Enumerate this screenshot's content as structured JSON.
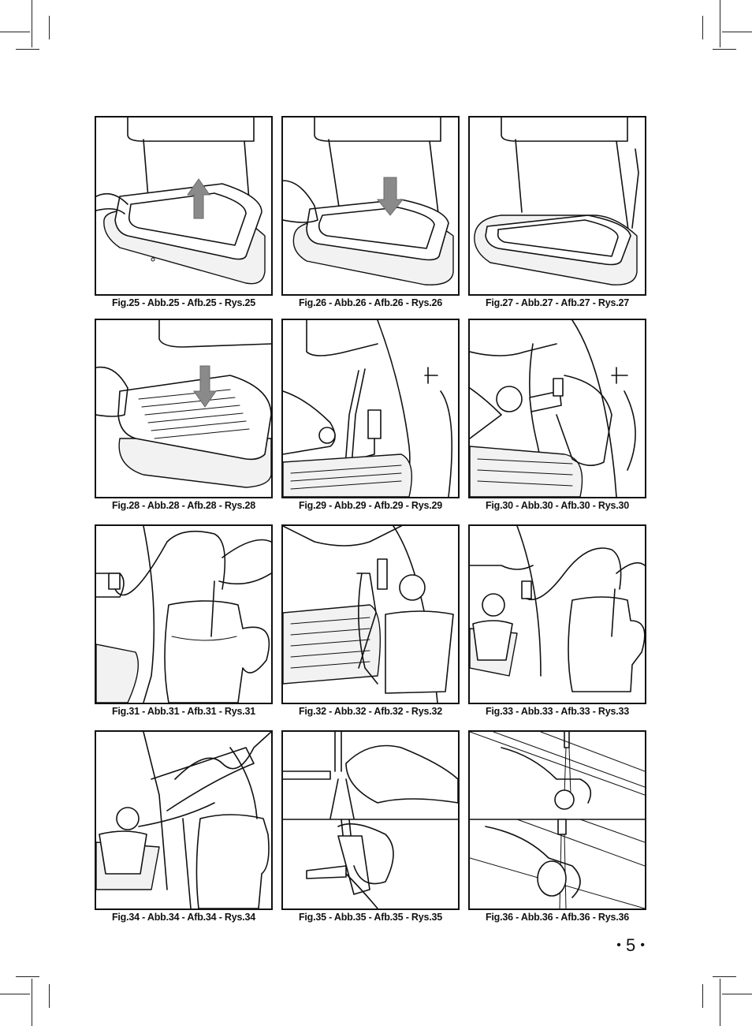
{
  "figures": [
    {
      "caption": "Fig.25 - Abb.25 - Afb.25 - Rys.25",
      "icon": "drip-tray-lift-up"
    },
    {
      "caption": "Fig.26 - Abb.26 - Afb.26 - Rys.26",
      "icon": "drip-tray-insert-down"
    },
    {
      "caption": "Fig.27 - Abb.27 - Afb.27 - Rys.27",
      "icon": "drip-tray-in-place"
    },
    {
      "caption": "Fig.28 - Abb.28 - Afb.28 - Rys.28",
      "icon": "grid-insert-down"
    },
    {
      "caption": "Fig.29 - Abb.29 - Afb.29 - Rys.29",
      "icon": "attach-tube"
    },
    {
      "caption": "Fig.30 - Abb.30 - Afb.30 - Rys.30",
      "icon": "connect-tube"
    },
    {
      "caption": "Fig.31 - Abb.31 - Afb.31 - Rys.31",
      "icon": "tube-in-milk-jug"
    },
    {
      "caption": "Fig.32 - Abb.32 - Afb.32 - Rys.32",
      "icon": "milk-frother-pitcher"
    },
    {
      "caption": "Fig.33 - Abb.33 - Afb.33 - Rys.33",
      "icon": "frothing-into-cup"
    },
    {
      "caption": "Fig.34 - Abb.34 - Afb.34 - Rys.34",
      "icon": "turn-knob"
    },
    {
      "caption": "Fig.35 - Abb.35 - Afb.35 - Rys.35",
      "icon": "detach-frother"
    },
    {
      "caption": "Fig.36 - Abb.36 - Afb.36 - Rys.36",
      "icon": "rinse-under-tap"
    }
  ],
  "page_number": "5",
  "page_bullet": "•"
}
